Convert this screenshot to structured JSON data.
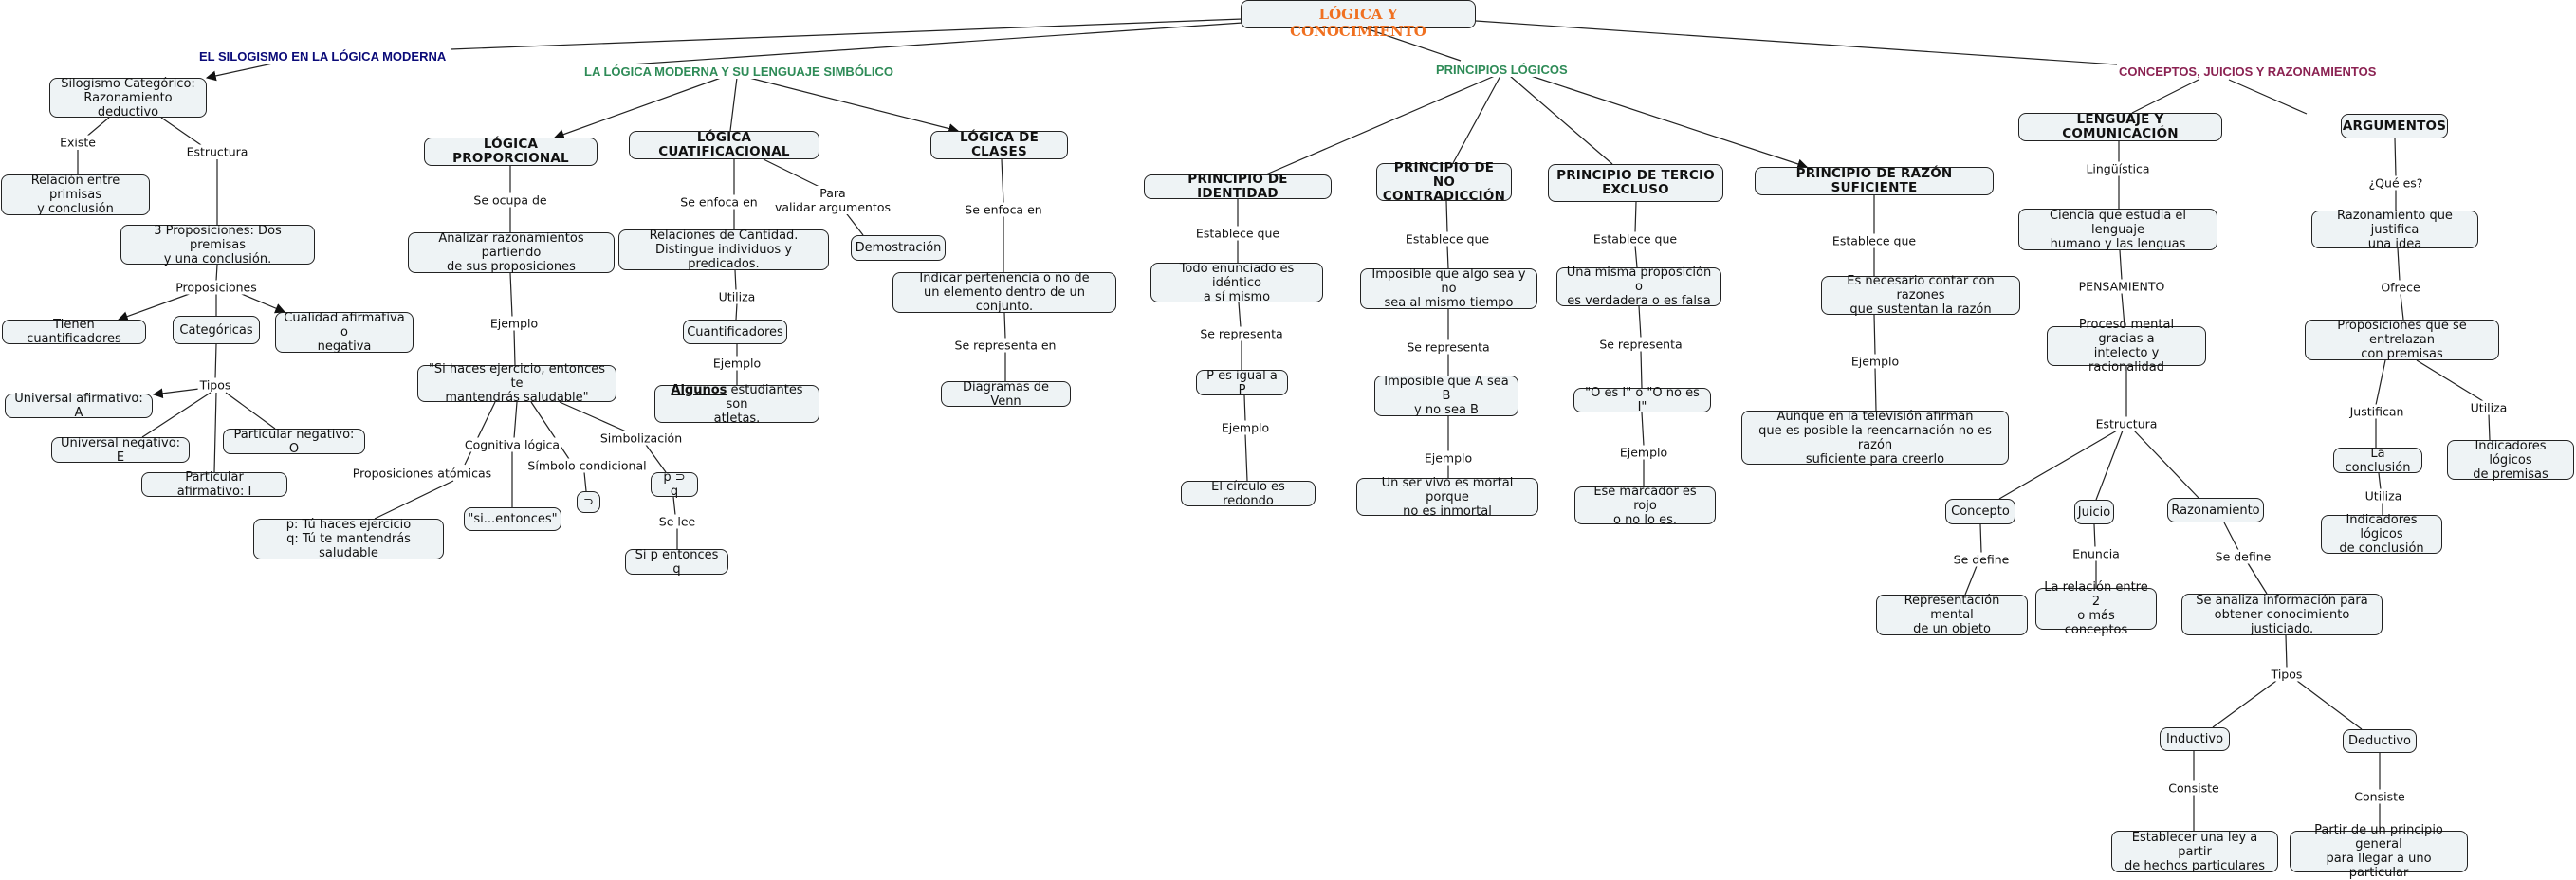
{
  "colors": {
    "root_text": "#f07020",
    "silogismo_heading": "#0a0a78",
    "logica_moderna_heading": "#2e8b57",
    "principios_heading": "#2e8b57",
    "conceptos_heading": "#8b2252",
    "node_fill": "#eef3f5",
    "node_border": "#222222"
  },
  "root": {
    "title": "LÓGICA Y CONOCIMIENTO"
  },
  "headings": {
    "silogismo": "EL SILOGISMO EN LA LÓGICA MODERNA",
    "logica_moderna": "LA LÓGICA MODERNA Y SU LENGUAJE SIMBÓLICO",
    "principios": "PRINCIPIOS LÓGICOS",
    "conceptos": "CONCEPTOS, JUICIOS Y RAZONAMIENTOS"
  },
  "silogismo": {
    "main": "Silogismo Categórico:\nRazonamiento deductivo",
    "link_existe": "Existe",
    "relacion": "Relación entre primisas\ny conclusión",
    "link_estructura": "Estructura",
    "tres_proposiciones": "3 Proposiciones: Dos premisas\ny una conclusión.",
    "link_proposiciones": "Proposiciones",
    "cuantificadores": "Tienen cuantificadores",
    "categoricas": "Categóricas",
    "cualidad": "Cualidad afirmativa o\nnegativa",
    "link_tipos": "Tipos",
    "tipos": [
      "Universal afirmativo: A",
      "Universal negativo: E",
      "Particular afirmativo: I",
      "Particular negativo: O"
    ]
  },
  "logica_moderna": {
    "proporcional": {
      "title": "LÓGICA PROPORCIONAL",
      "link_ocupa": "Se ocupa de",
      "analizar": "Analizar razonamientos partiendo\nde sus proposiciones",
      "link_ejemplo": "Ejemplo",
      "ejemplo": "\"Si haces ejercicio, entonces te\nmantendrás saludable\"",
      "link_atomicas": "Proposiciones atómicas",
      "atomicas": "p: Tú haces ejercicio\nq: Tú te mantendrás saludable",
      "link_cognitiva": "Cognitiva lógica",
      "si_entonces": "\"si...entonces\"",
      "link_simbolo": "Símbolo condicional",
      "simbolo": "⊃",
      "link_simbolizacion": "Simbolización",
      "formula": "p ⊃ q",
      "link_se_lee": "Se lee",
      "lectura": "Si p entonces q"
    },
    "cuantificacional": {
      "title": "LÓGICA CUATIFICACIONAL",
      "link_enfoca": "Se enfoca en",
      "relaciones": "Relaciones de Cantidad.\nDistingue individuos y predicados.",
      "link_para": "Para\nvalidar argumentos",
      "demostracion": "Demostración",
      "link_utiliza": "Utiliza",
      "cuantificadores": "Cuantificadores",
      "link_ejemplo": "Ejemplo",
      "ejemplo_bold": "Algunos",
      "ejemplo_rest": " estudiantes son\natletas."
    },
    "clases": {
      "title": "LÓGICA DE CLASES",
      "link_enfoca": "Se enfoca en",
      "indicar": "Indicar pertenencia o no de\nun elemento dentro de un conjunto.",
      "link_representa": "Se representa en",
      "venn": "Diagramas de Venn"
    }
  },
  "principios": {
    "identidad": {
      "title": "PRINCIPIO DE IDENTIDAD",
      "link_establece": "Establece que",
      "enunciado": "Todo enunciado es idéntico\na sí mismo",
      "link_representa": "Se representa",
      "formula": "P es igual a P",
      "link_ejemplo": "Ejemplo",
      "ejemplo": "El círculo es redondo"
    },
    "no_contradiccion": {
      "title": "PRINCIPIO DE NO\nCONTRADICCIÓN",
      "link_establece": "Establece que",
      "enunciado": "Imposible que algo sea y no\nsea al mismo tiempo",
      "link_representa": "Se representa",
      "formula": "Imposible que A sea B\ny no sea B",
      "link_ejemplo": "Ejemplo",
      "ejemplo": "Un ser vivo es mortal porque\nno es inmortal"
    },
    "tercio_excluso": {
      "title": "PRINCIPIO DE TERCIO\nEXCLUSO",
      "link_establece": "Establece que",
      "enunciado": "Una misma proposición o\nes verdadera o es falsa",
      "link_representa": "Se representa",
      "formula": "\"O es I\" o \"O no es I\"",
      "link_ejemplo": "Ejemplo",
      "ejemplo": "Ese marcador es rojo\no no lo es."
    },
    "razon_suficiente": {
      "title": "PRINCIPIO DE RAZÓN SUFICIENTE",
      "link_establece": "Establece que",
      "enunciado": "Es necesario contar con razones\nque sustentan la razón",
      "link_ejemplo": "Ejemplo",
      "ejemplo": "Aunque en la televisión afirman\nque es posible la reencarnación no es razón\nsuficiente para creerlo"
    }
  },
  "conceptos": {
    "lenguaje": {
      "title": "LENGUAJE Y COMUNICACIÓN",
      "link_linguistica": "Lingüística",
      "ciencia": "Ciencia que estudia el lenguaje\nhumano y las lenguas",
      "link_pensamiento": "PENSAMIENTO",
      "proceso": "Proceso mental gracias a\nintelecto y racionalidad",
      "link_estructura": "Estructura",
      "concepto": "Concepto",
      "juicio": "Juicio",
      "razonamiento": "Razonamiento",
      "link_concepto_define": "Se define",
      "concepto_def": "Representación mental\nde un objeto",
      "link_enuncia": "Enuncia",
      "juicio_def": "La relación entre 2\no más conceptos",
      "link_razonamiento_define": "Se define",
      "razonamiento_def": "Se analiza información para\nobtener conocimiento justiciado.",
      "link_tipos": "Tipos",
      "inductivo": "Inductivo",
      "deductivo": "Deductivo",
      "link_consiste_1": "Consiste",
      "inductivo_def": "Establecer una ley a partir\nde hechos particulares",
      "link_consiste_2": "Consiste",
      "deductivo_def": "Partir de un principio general\npara llegar a uno particular"
    },
    "argumentos": {
      "title": "ARGUMENTOS",
      "link_que_es": "¿Qué es?",
      "definicion": "Razonamiento que justifica\nuna idea",
      "link_ofrece": "Ofrece",
      "proposiciones": "Proposiciones que se entrelazan\ncon premisas",
      "link_justifican": "Justifican",
      "conclusion": "La conclusión",
      "link_utiliza_1": "Utiliza",
      "indicadores_conclusion": "Indicadores lógicos\nde conclusión",
      "link_utiliza_2": "Utiliza",
      "indicadores_premisas": "Indicadores lógicos\nde premisas"
    }
  }
}
